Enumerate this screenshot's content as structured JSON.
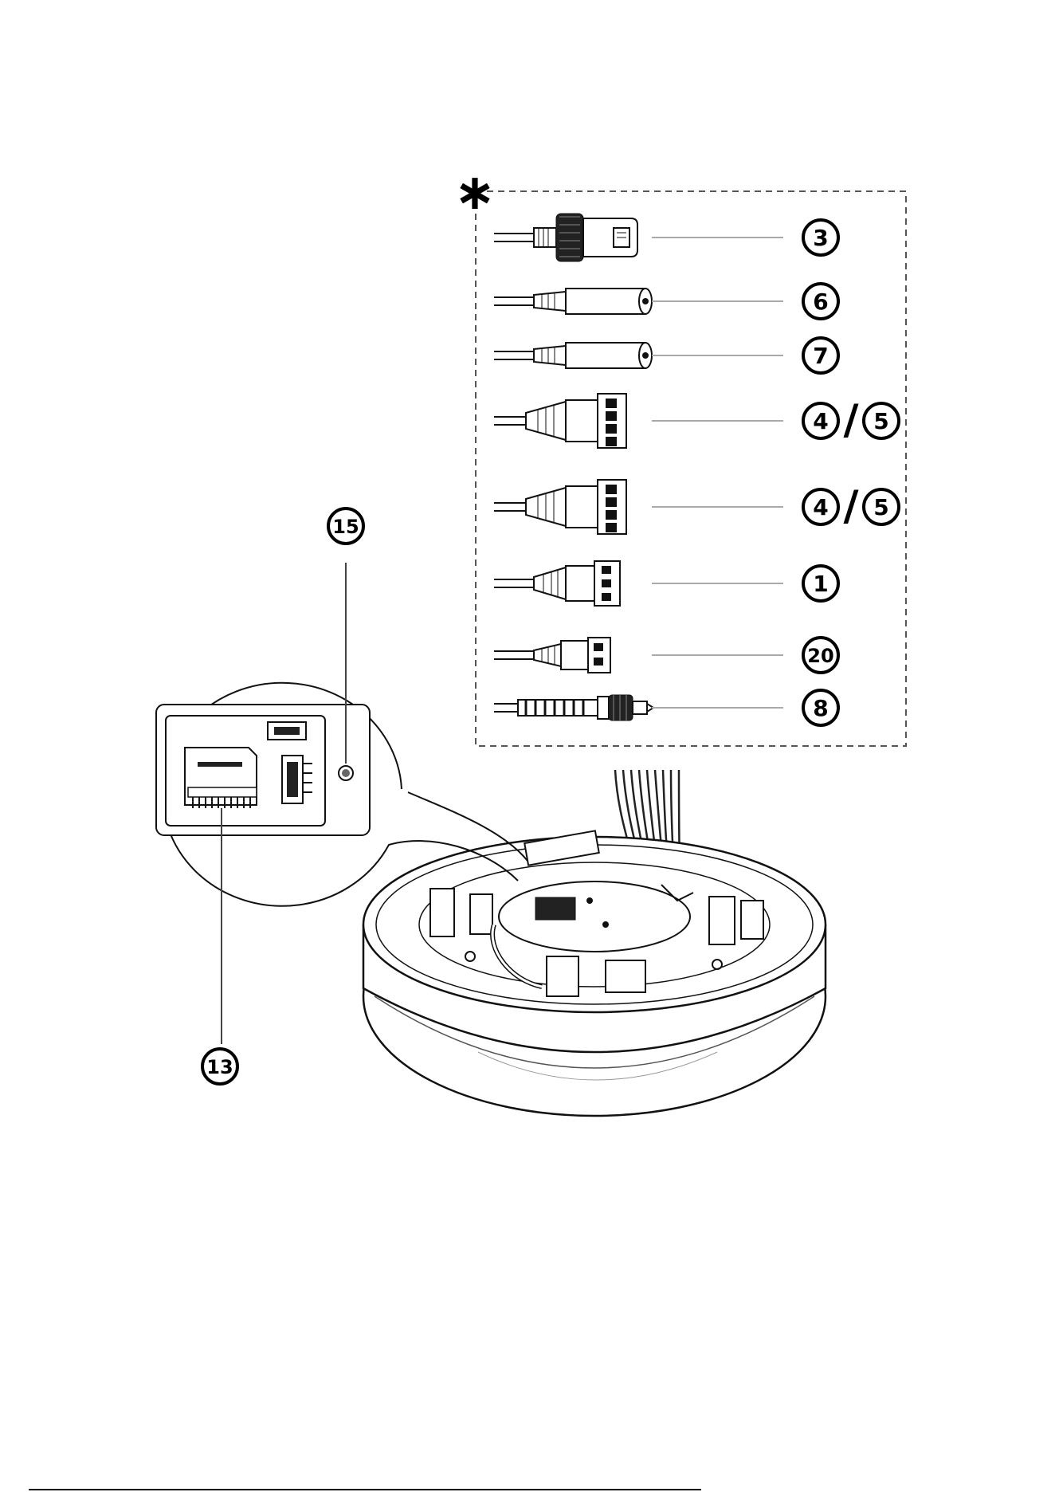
{
  "colors": {
    "ink": "#000000",
    "line": "#111111",
    "gray": "#555555",
    "light_gray": "#aaaaaa",
    "paper": "#ffffff"
  },
  "asterisk_mark": "∗",
  "cable_box": {
    "callouts": [
      {
        "id": "c3",
        "labels": [
          "3"
        ],
        "connector": "rj45"
      },
      {
        "id": "c6",
        "labels": [
          "6"
        ],
        "connector": "audio-jack"
      },
      {
        "id": "c7",
        "labels": [
          "7"
        ],
        "connector": "audio-jack"
      },
      {
        "id": "c4a",
        "labels": [
          "4",
          "5"
        ],
        "connector": "terminal-block-large"
      },
      {
        "id": "c4b",
        "labels": [
          "4",
          "5"
        ],
        "connector": "terminal-block-large"
      },
      {
        "id": "c1",
        "labels": [
          "1"
        ],
        "connector": "terminal-block-medium"
      },
      {
        "id": "c20",
        "labels": [
          "20"
        ],
        "connector": "terminal-block-small"
      },
      {
        "id": "c8",
        "labels": [
          "8"
        ],
        "connector": "rca-plug"
      }
    ],
    "separator": "/"
  },
  "detail": {
    "callouts": [
      {
        "id": "c15",
        "label": "15",
        "target": "reset-button"
      },
      {
        "id": "c13",
        "label": "13",
        "target": "sd-card-slot"
      }
    ]
  }
}
